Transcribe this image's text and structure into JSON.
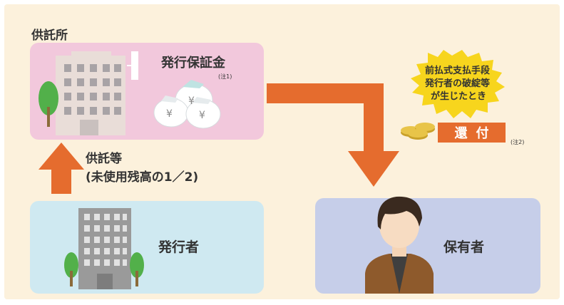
{
  "depository": {
    "title": "供託所",
    "guarantee_label": "発行保証金",
    "guarantee_note": "(注1)"
  },
  "deposit_arrow": {
    "line1": "供託等",
    "line2": "(未使用残高の1／2)"
  },
  "issuer": {
    "label": "発行者"
  },
  "holder": {
    "label": "保有者"
  },
  "condition_burst": {
    "line1": "前払式支払手段",
    "line2": "発行者の破綻等",
    "line3": "が生じたとき"
  },
  "refund": {
    "label": "還付",
    "note": "(注2)"
  },
  "colors": {
    "background": "#fcf1dc",
    "depository_box": "#f2c8dc",
    "issuer_box": "#cfe9f1",
    "holder_box": "#c6cee9",
    "arrow": "#e56c2e",
    "burst": "#f7d51d"
  },
  "icons": {
    "depository_building": "office-building-icon",
    "money_bags": "yen-money-bags-icon",
    "issuer_building": "office-building-icon",
    "holder_person": "person-icon",
    "coins": "gold-coins-icon"
  }
}
